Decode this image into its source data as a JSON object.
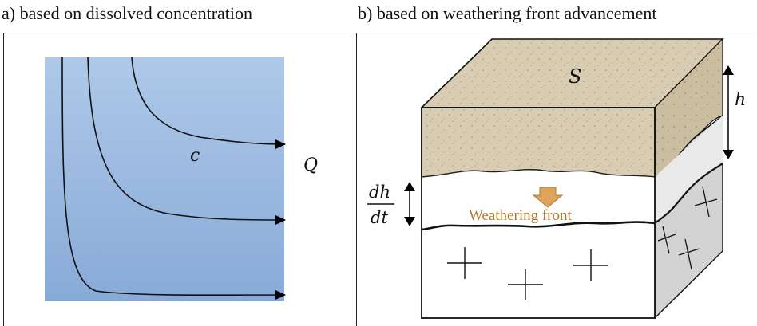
{
  "panel_a": {
    "title": "a) based on dissolved concentration",
    "label_c": "c",
    "label_Q": "Q"
  },
  "panel_b": {
    "title": "b) based on weathering front advancement",
    "label_S": "S",
    "label_h": "h",
    "label_dh": "dh",
    "label_dt": "dt",
    "front_label": "Weathering front"
  },
  "colors": {
    "panel_a_top": "#aec9e8",
    "panel_a_bottom": "#8aacd9",
    "soil": "#d8ccb3",
    "soil_side": "#cbbd9f",
    "bedrock_side": "#d0d0d0",
    "front_arrow": "#d9a55a",
    "front_text": "#b07a2c"
  }
}
